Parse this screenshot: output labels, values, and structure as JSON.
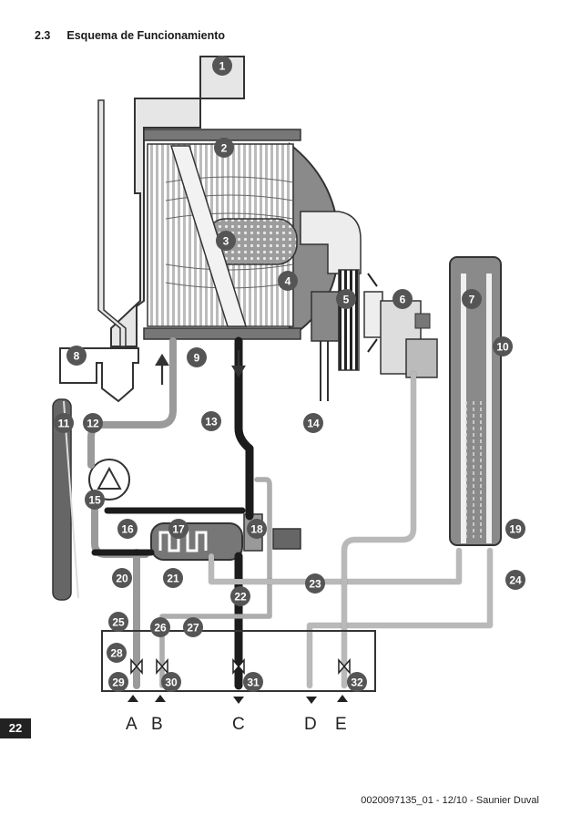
{
  "section": {
    "number": "2.3",
    "title": "Esquema de Funcionamiento"
  },
  "page_number": "22",
  "footer": "0020097135_01 - 12/10 - Saunier Duval",
  "markers": [
    "1",
    "2",
    "3",
    "4",
    "5",
    "6",
    "7",
    "8",
    "9",
    "10",
    "11",
    "12",
    "13",
    "14",
    "15",
    "16",
    "17",
    "18",
    "19",
    "20",
    "21",
    "22",
    "23",
    "24",
    "25",
    "26",
    "27",
    "28",
    "29",
    "30",
    "31",
    "32"
  ],
  "connections": [
    "A",
    "B",
    "C",
    "D",
    "E"
  ],
  "colors": {
    "pipe_dark": "#1c1c1c",
    "pipe_grey": "#9a9a9a",
    "pipe_light": "#d8d8d8",
    "marker_fill": "#555555",
    "frame": "#333333"
  }
}
